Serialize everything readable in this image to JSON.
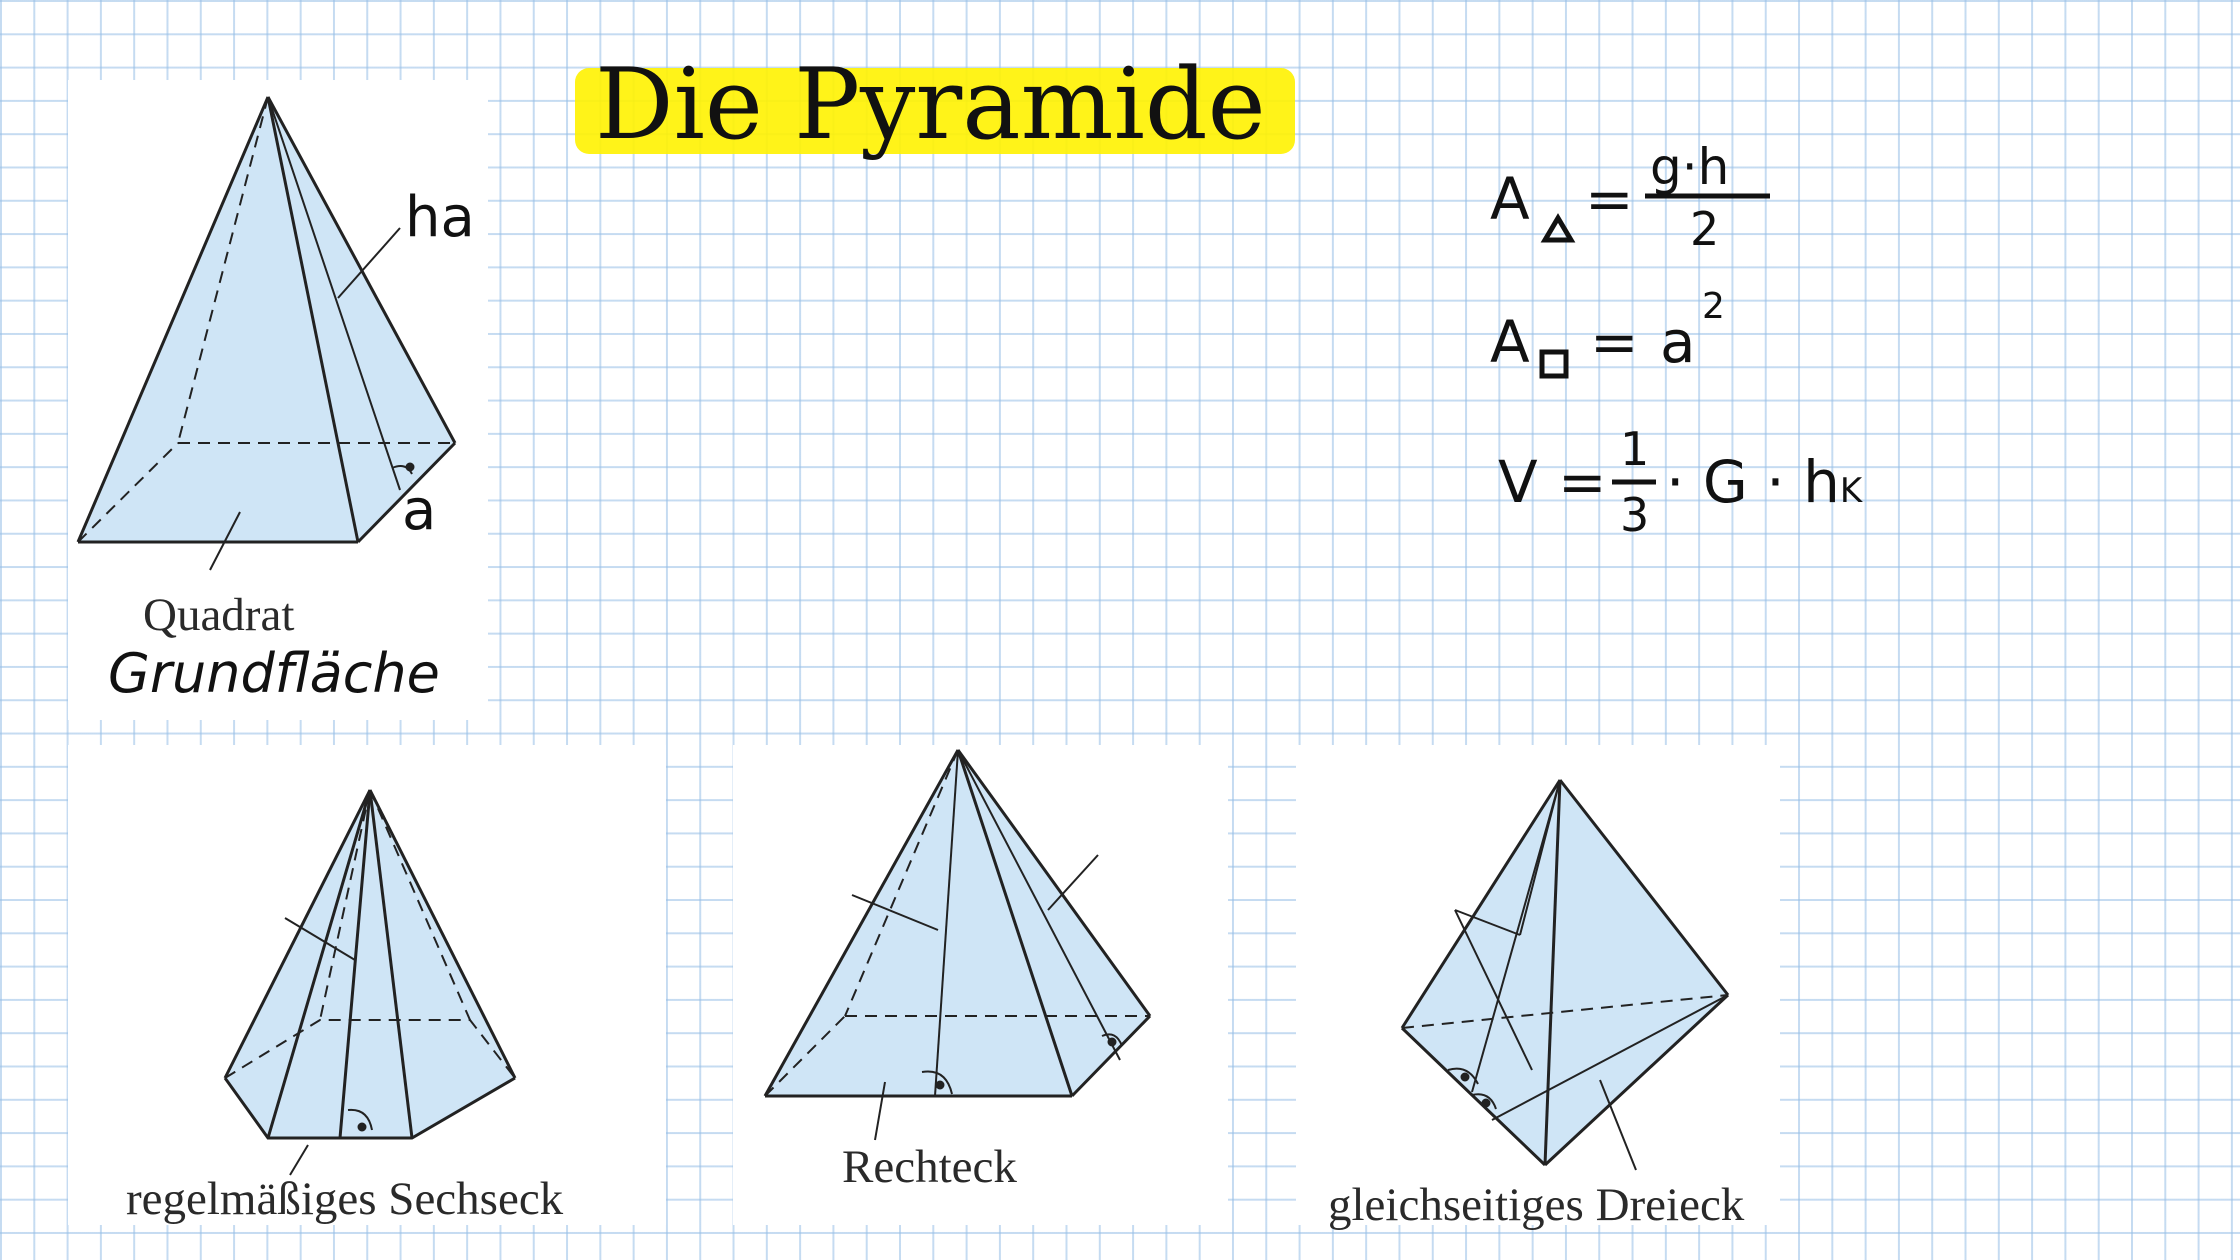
{
  "title": "Die Pyramide",
  "main_figure": {
    "label_ha": "ha",
    "label_a": "a",
    "caption": "Quadrat",
    "handwritten_caption": "Grundfläche"
  },
  "figures": [
    {
      "caption": "regelmäßiges Sechseck"
    },
    {
      "caption": "Rechteck"
    },
    {
      "caption": "gleichseitiges Dreieck"
    }
  ],
  "formulas": {
    "triangle_area": {
      "lhs": "A",
      "subscript_symbol": "△",
      "equals": "=",
      "numerator": "g·h",
      "denominator": "2"
    },
    "square_area": {
      "lhs": "A",
      "subscript_symbol": "□",
      "equals": "=",
      "base": "a",
      "exponent": "2"
    },
    "volume": {
      "lhs": "V",
      "equals": "=",
      "numerator": "1",
      "denominator": "3",
      "rest": "· G · h",
      "subscript": "K"
    }
  },
  "colors": {
    "highlight": "#fff200",
    "face": "#cfe5f6",
    "grid": "#96bee6"
  }
}
